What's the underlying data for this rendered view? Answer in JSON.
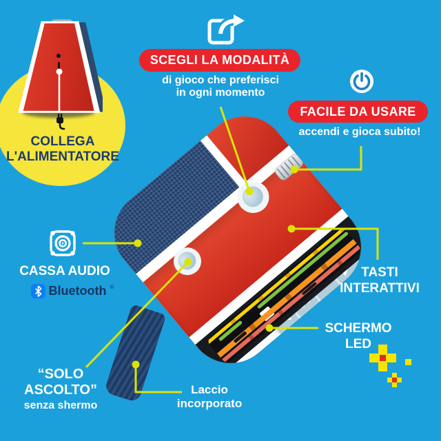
{
  "colors": {
    "background": "#1BA0DC",
    "badge_red": "#E9242B",
    "circle_yellow": "#F6E53A",
    "callout_line": "#DCE404",
    "navy_text": "#1D3B6F",
    "device_red": "#D23227",
    "mesh_navy": "#2F4C74",
    "button_blue": "#B3CDD9",
    "bluetooth_blue": "#0A7FF7"
  },
  "icons": {
    "share": "share-arrow",
    "power": "power-symbol",
    "speaker": "speaker-cone",
    "bluetooth": "bluetooth-rune",
    "plug": "power-plug",
    "home": "⌂",
    "arrow_left": "◁",
    "arrow_right": "▷",
    "play_pause": "≡▶"
  },
  "callouts": {
    "collega": {
      "line1": "COLLEGA",
      "line2": "L'ALIMENTATORE"
    },
    "modalita": {
      "badge": "SCEGLI LA MODALITÀ",
      "sub1": "di gioco che preferisci",
      "sub2": "in ogni momento"
    },
    "facile": {
      "badge": "FACILE DA USARE",
      "sub": "accendi e gioca subito!"
    },
    "cassa": {
      "label": "CASSA AUDIO",
      "bluetooth": "Bluetooth",
      "reg": "®"
    },
    "tasti": {
      "line1": "TASTI",
      "line2": "INTERATTIVI"
    },
    "schermo": {
      "line1": "SCHERMO",
      "line2": "LED"
    },
    "solo": {
      "line1": "“SOLO",
      "line2": "ASCOLTO”",
      "sub": "senza shermo"
    },
    "laccio": {
      "line1": "Laccio",
      "line2": "incorporato"
    }
  }
}
